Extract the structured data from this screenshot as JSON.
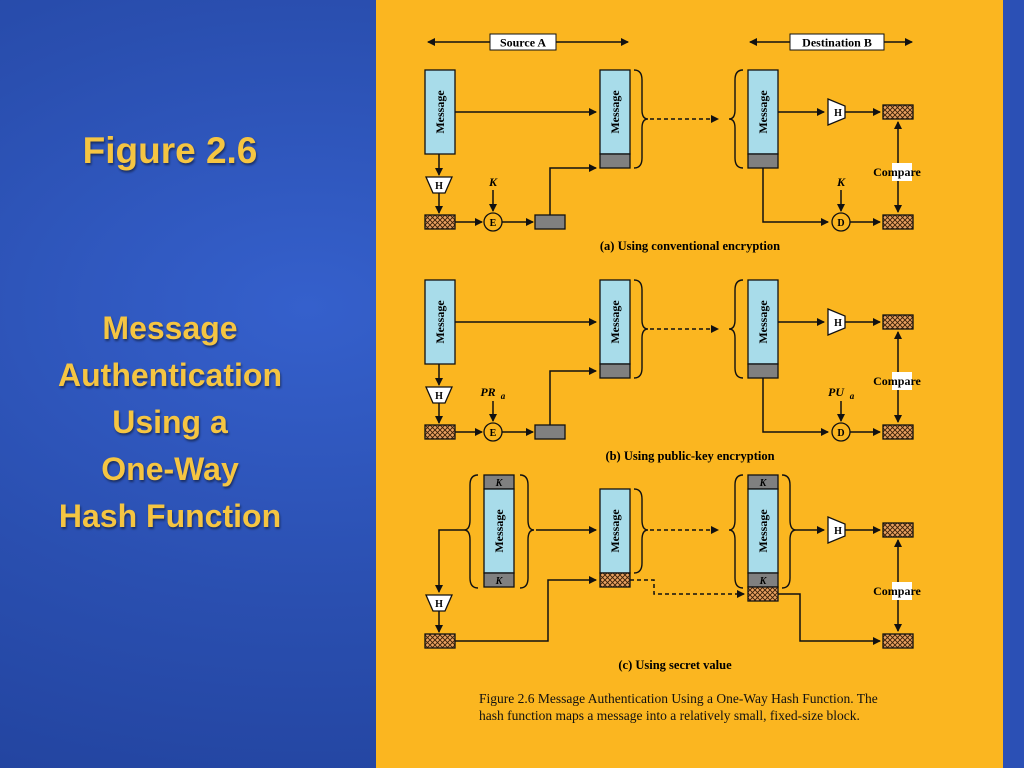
{
  "slide": {
    "title": "Figure 2.6",
    "subtitle_lines": [
      "Message",
      "Authentication",
      "Using a",
      "One-Way",
      "Hash Function"
    ]
  },
  "figure": {
    "source_label": "Source A",
    "destination_label": "Destination B",
    "message_label": "Message",
    "hash_label": "H",
    "encrypt_label": "E",
    "decrypt_label": "D",
    "compare_label": "Compare",
    "key_label": "K",
    "private_key_label": "PR",
    "public_key_label": "PU",
    "key_subscript": "a",
    "secret_label": "K",
    "panel_a_caption": "(a) Using conventional encryption",
    "panel_b_caption": "(b) Using public-key encryption",
    "panel_c_caption": "(c) Using secret value",
    "caption_line1": "Figure 2.6  Message Authentication Using a One-Way Hash Function. The",
    "caption_line2": "hash function maps a message into a relatively small, fixed-size block."
  },
  "colors": {
    "panel_background": "#fbb620",
    "message_fill": "#a8dcea",
    "hash_tag_fill": "#808080",
    "hatch_fill": "#e8a060",
    "title_text": "#f5c542",
    "slide_background": "#2a4fb0"
  }
}
